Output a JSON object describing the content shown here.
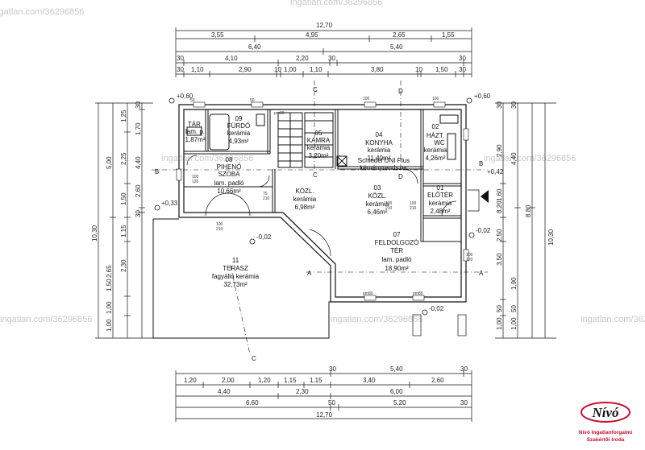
{
  "top_dimensions": {
    "row1": [
      "12,70"
    ],
    "row2": [
      "3,55",
      "4,95",
      "2,65",
      "1,55"
    ],
    "row3": [
      "6,40",
      "5,40"
    ],
    "row4": [
      "30",
      "4,10",
      "2,20",
      "30",
      "30"
    ],
    "row5": [
      "30",
      "1,10",
      "2,90",
      "10",
      "1,00",
      "1,10",
      "3,80",
      "10",
      "1,50",
      "30"
    ]
  },
  "bottom_dimensions": {
    "row1": [
      "1,20",
      "2,00",
      "1,20",
      "1,15",
      "1,15",
      "3,40",
      "2,60"
    ],
    "row2": [
      "4,40",
      "2,30",
      "6,00"
    ],
    "row3": [
      "6,60",
      "5,20"
    ],
    "row4": [
      "12,70"
    ],
    "top_labels": [
      "30",
      "5,40",
      "30"
    ],
    "small": [
      "50",
      "50",
      "30"
    ]
  },
  "left_dimensions": {
    "outer": "10,30",
    "col1": [
      "5,00"
    ],
    "col2": [
      "1,25",
      "1,70",
      "2,25",
      "1,50",
      "1,15",
      "2,30",
      "2,65",
      "1,50",
      "1,00",
      "1,00"
    ],
    "col3": [
      "4,40",
      "2,60",
      "30",
      "30"
    ]
  },
  "right_dimensions": {
    "outer": "10,30",
    "col1": [
      "4,40",
      "8,80"
    ],
    "col2": [
      "2,90",
      "8,20",
      "2,50",
      "1,60",
      "3,50",
      "1,90",
      "1,00",
      "1,00"
    ],
    "marks": [
      "30",
      "30",
      "50",
      "50"
    ]
  },
  "levels": [
    "+0,60",
    "+0,60",
    "+0,33",
    "-0,02",
    "-0,02",
    "-0,02",
    "+0,42"
  ],
  "sections": [
    "A",
    "A",
    "B",
    "B",
    "C",
    "C",
    "C",
    "D",
    "D"
  ],
  "rooms": [
    {
      "num": "",
      "name": "TÁR.",
      "floor": "lam. p.",
      "area": "1,87m²"
    },
    {
      "num": "09",
      "name": "FÜRDŐ",
      "floor": "kerámia",
      "area": "4,93m²"
    },
    {
      "num": "05",
      "name": "KAMRA",
      "floor": "kerámia",
      "area": "3,20m²"
    },
    {
      "num": "04",
      "name": "KONYHA",
      "floor": "kerámia",
      "area": "11,40m²"
    },
    {
      "num": "02",
      "name": "HÁZT.",
      "floor": "kerámia",
      "area": "4,26m²"
    },
    {
      "num": "08",
      "name": "PIHENŐ",
      "floor": "SZOBA",
      "area": "lam. padló",
      "extra": "10,66m²"
    },
    {
      "num": "",
      "name": "KÖZL.",
      "floor": "kerámia",
      "area": "6,98m²"
    },
    {
      "num": "03",
      "name": "KÖZL.",
      "floor": "kerámia",
      "area": "6,46m²"
    },
    {
      "num": "01",
      "name": "ELŐTÉR",
      "floor": "kerámia",
      "area": "2,48m²"
    },
    {
      "num": "07",
      "name": "FELDOLGOZÓ",
      "floor": "TÉR",
      "area": "lam. padló",
      "extra": "18,90m²"
    },
    {
      "num": "11",
      "name": "TERASZ",
      "floor": "fagyálló kerámia",
      "area": "32,73m²"
    },
    {
      "num": "",
      "name": "WC",
      "floor": "",
      "area": ""
    }
  ],
  "chimney": {
    "line1": "Schiedel UNI Plus",
    "line2": "kéményrendszer"
  },
  "watermark": "ingatlan.com/36296856",
  "logo": {
    "name": "Nívó",
    "line1": "Nívó Ingatlanforgalmi",
    "line2": "Szakértői Iroda"
  },
  "colors": {
    "line": "#111111",
    "watermark": "#cfcfcf",
    "logo_red": "#c8102e"
  }
}
